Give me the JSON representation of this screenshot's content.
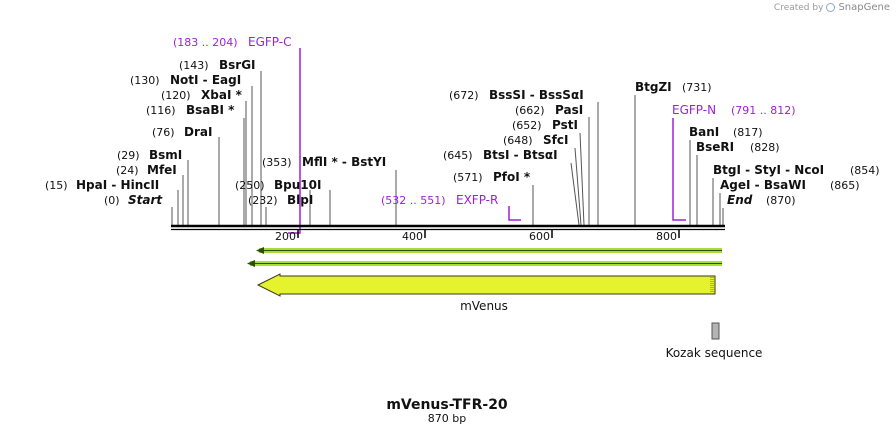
{
  "credit": {
    "prefix": "Created by",
    "brand": "SnapGene"
  },
  "sequence": {
    "name": "mVenus-TFR-20",
    "length_label": "870 bp"
  },
  "ruler": {
    "ticks": [
      "200",
      "400",
      "600",
      "800"
    ]
  },
  "enzymes": [
    {
      "pos": "(0)",
      "name": "Start",
      "italic": true
    },
    {
      "pos": "(15)",
      "name": "HpaI  -  HincII"
    },
    {
      "pos": "(24)",
      "name": "MfeI"
    },
    {
      "pos": "(29)",
      "name": "BsmI"
    },
    {
      "pos": "(76)",
      "name": "DraI"
    },
    {
      "pos": "(116)",
      "name": "BsaBI *"
    },
    {
      "pos": "(120)",
      "name": "XbaI *"
    },
    {
      "pos": "(130)",
      "name": "NotI  -  EagI"
    },
    {
      "pos": "(143)",
      "name": "BsrGI"
    },
    {
      "pos": "(232)",
      "name": "BlpI"
    },
    {
      "pos": "(250)",
      "name": "Bpu10I"
    },
    {
      "pos": "(353)",
      "name": "MflI *  -  BstYI"
    },
    {
      "pos": "(571)",
      "name": "PfoI *"
    },
    {
      "pos": "(645)",
      "name": "BtsI  -  BtsαI"
    },
    {
      "pos": "(648)",
      "name": "SfcI"
    },
    {
      "pos": "(652)",
      "name": "PstI"
    },
    {
      "pos": "(662)",
      "name": "PasI"
    },
    {
      "pos": "(672)",
      "name": "BssSI  -  BssSαI"
    },
    {
      "pos": "(731)",
      "name": "BtgZI"
    },
    {
      "pos": "(817)",
      "name": "BanI"
    },
    {
      "pos": "(828)",
      "name": "BseRI"
    },
    {
      "pos": "(854)",
      "name": "BtgI  -  StyI  -  NcoI"
    },
    {
      "pos": "(865)",
      "name": "AgeI  -  BsaWI"
    },
    {
      "pos": "(870)",
      "name": "End",
      "italic": true
    }
  ],
  "primers": [
    {
      "name": "EGFP-C",
      "range": "(183 .. 204)"
    },
    {
      "name": "EXFP-R",
      "range": "(532 .. 551)"
    },
    {
      "name": "EGFP-N",
      "range": "(791 .. 812)"
    }
  ],
  "features": [
    {
      "name": "mVenus",
      "color": "#e5f22e"
    },
    {
      "name": "Kozak sequence",
      "color": "#b4b4b4"
    }
  ],
  "colors": {
    "primer": "#a020d8",
    "orf": "#a8dc3a",
    "backbone": "#000000"
  }
}
